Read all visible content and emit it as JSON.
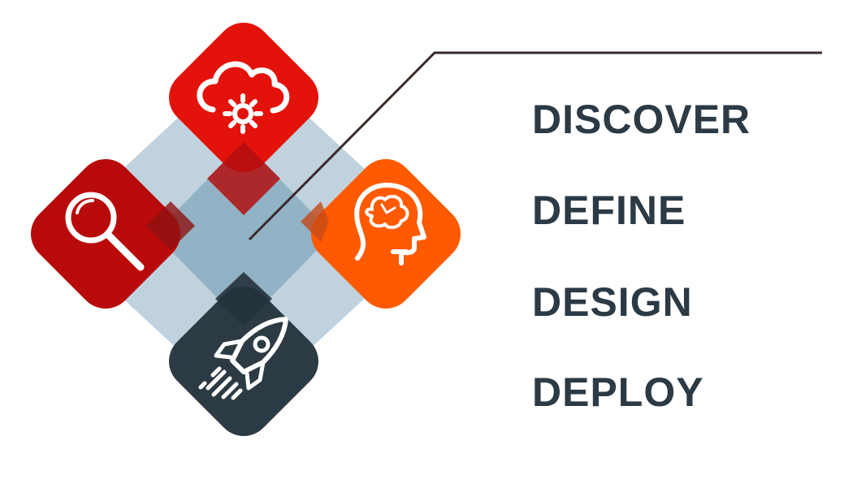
{
  "steps": [
    {
      "label": "DISCOVER",
      "icon": "magnifier-icon",
      "color": "#b80a0a"
    },
    {
      "label": "DEFINE",
      "icon": "cloud-gear-icon",
      "color": "#e3120b"
    },
    {
      "label": "DESIGN",
      "icon": "head-brain-icon",
      "color": "#ff5a00"
    },
    {
      "label": "DEPLOY",
      "icon": "rocket-icon",
      "color": "#2c3a44"
    }
  ],
  "colors": {
    "text": "#2b3a45",
    "overlay_light": "#bdd0dc",
    "overlay_dark": "#8fb0c3",
    "connector": "#3a2a2a"
  }
}
